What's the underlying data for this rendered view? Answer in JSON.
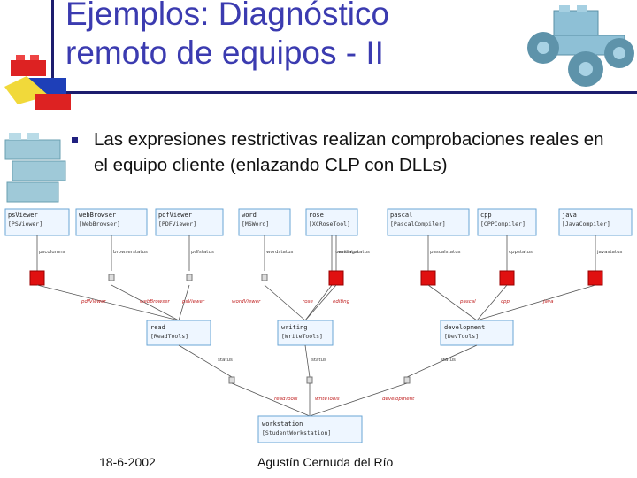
{
  "slide": {
    "title": "Ejemplos: Diagnóstico remoto de equipos - II",
    "bullet": "Las expresiones restrictivas realizan comprobaciones reales en el equipo cliente (enlazando CLP con DLLs)"
  },
  "footer": {
    "date": "18-6-2002",
    "author": "Agustín Cernuda del Río"
  },
  "diagram": {
    "top_nodes": [
      {
        "name": "psViewer",
        "cls": "[PSViewer]",
        "edge": "pscolumns",
        "red": true
      },
      {
        "name": "webBrowser",
        "cls": "[WebBrowser]",
        "edge": "browserstatus",
        "red": false
      },
      {
        "name": "pdfViewer",
        "cls": "[PDFViewer]",
        "edge": "pdfstatus",
        "red": false
      },
      {
        "name": "word",
        "cls": "[MSWord]",
        "edge": "wordstatus",
        "red": false
      },
      {
        "name": "rose",
        "cls": "[XCRoseTool]",
        "edge": "rosestatus",
        "red": false
      },
      {
        "name": "rose2",
        "cls": "",
        "edge": "writingstatus",
        "red": true
      },
      {
        "name": "pascal",
        "cls": "[PascalCompiler]",
        "edge": "pascalstatus",
        "red": true
      },
      {
        "name": "cpp",
        "cls": "[CPPCompiler]",
        "edge": "cppstatus",
        "red": true
      },
      {
        "name": "java",
        "cls": "[JavaCompiler]",
        "edge": "javastatus",
        "red": true
      }
    ],
    "mid_nodes": [
      {
        "name": "read",
        "cls": "[ReadTools]"
      },
      {
        "name": "writing",
        "cls": "[WriteTools]"
      },
      {
        "name": "development",
        "cls": "[DevTools]"
      }
    ],
    "bottom_node": {
      "name": "workstation",
      "cls": "[StudentWorkstation]"
    },
    "mid_edge_labels": [
      "pdfViewer",
      "webBrowser",
      "psViewer",
      "wordViewer",
      "rose",
      "editing",
      "pascal",
      "cpp",
      "java"
    ],
    "status_labels": [
      "status",
      "status",
      "status"
    ],
    "bottom_edge_labels": [
      "readTools",
      "writeTools",
      "development"
    ]
  },
  "colors": {
    "title": "#3b3bb0",
    "rule": "#1d1d6e",
    "red_box": "#e01010",
    "node_border": "#6aa6d6"
  }
}
